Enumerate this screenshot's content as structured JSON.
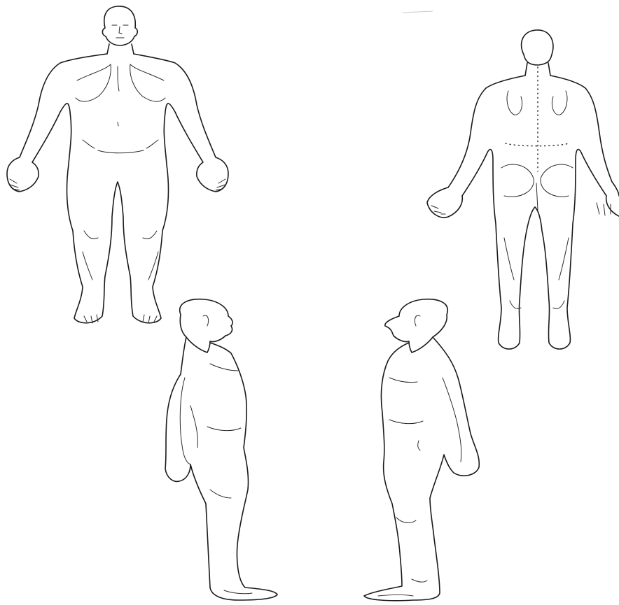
{
  "figure": {
    "background_color": "#ffffff",
    "ink_color": "#1a1a1a",
    "views": [
      {
        "id": "front",
        "icon": "human-body-front-view"
      },
      {
        "id": "back",
        "icon": "human-body-back-view"
      },
      {
        "id": "right-side",
        "icon": "human-body-right-side-view"
      },
      {
        "id": "left-side",
        "icon": "human-body-left-side-view"
      }
    ]
  }
}
